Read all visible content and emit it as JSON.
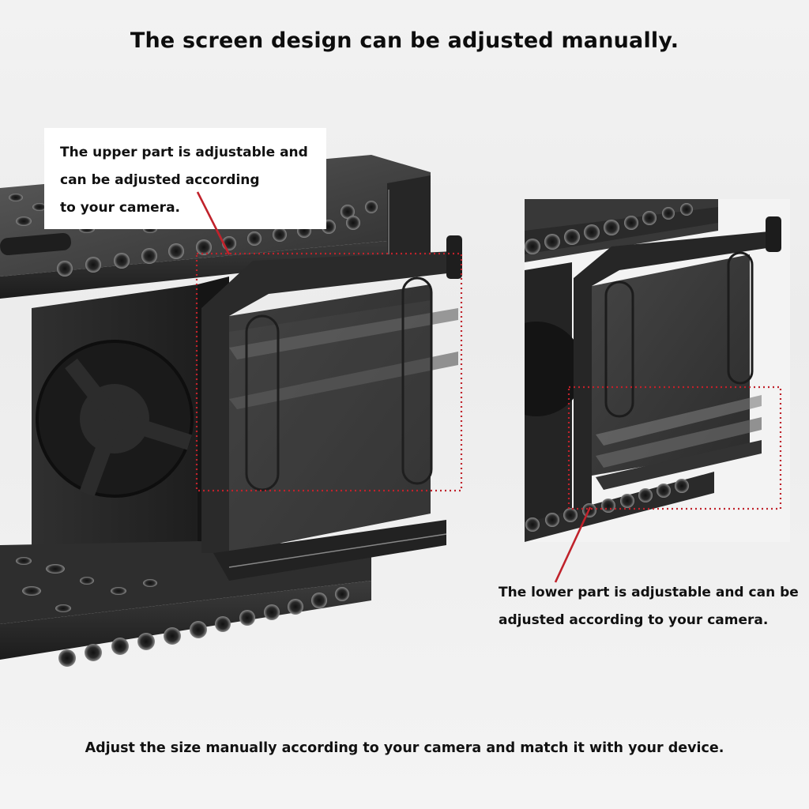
{
  "headline": "The screen design can be adjusted manually.",
  "callouts": {
    "upper": {
      "lines": [
        "The upper part is adjustable and",
        "can be adjusted according",
        "to your camera."
      ],
      "target": "upper-adjustable-hood-section"
    },
    "lower": {
      "lines": [
        "The lower part is adjustable and can be",
        "adjusted according to your camera."
      ],
      "target": "lower-adjustable-hood-section"
    }
  },
  "footer_caption": "Adjust the size manually according to your camera and match it with your device.",
  "colors": {
    "background": "#f0f0f0",
    "text": "#111111",
    "annotation_red": "#c0222b",
    "metal_dark": "#2a2a2a",
    "plastic_gray": "#4a4a4a"
  },
  "photos": {
    "main": "camera cage with monitor hood, upper part shown in three positions",
    "inset": "camera cage with monitor hood, lower part shown in three positions"
  }
}
